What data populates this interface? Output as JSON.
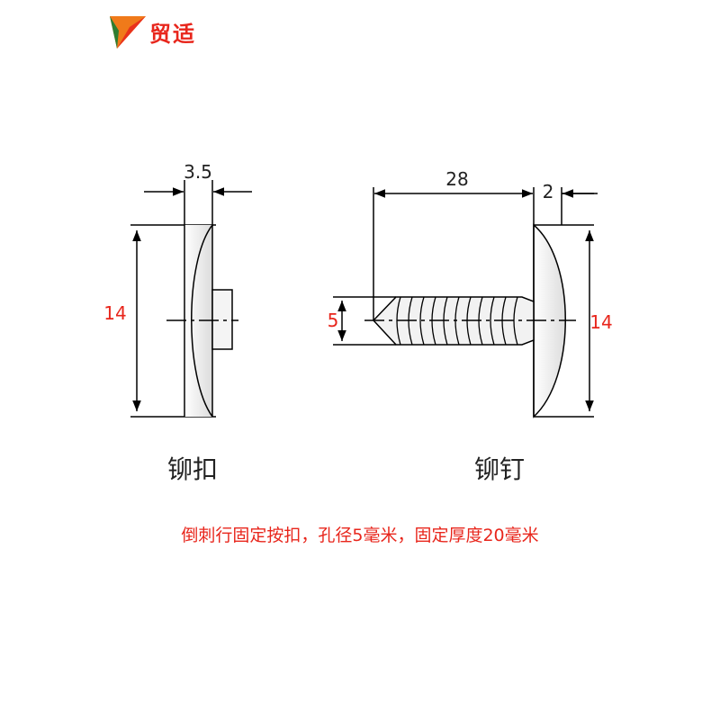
{
  "logo": {
    "brand_text": "贸适",
    "colors": {
      "orange": "#f07a1a",
      "green": "#2e7d32",
      "red": "#e8261c"
    }
  },
  "rivet_cap": {
    "title": "铆扣",
    "dim_thickness": "3.5",
    "dim_diameter": "14"
  },
  "rivet_nail": {
    "title": "铆钉",
    "dim_length": "28",
    "dim_head_thickness": "2",
    "dim_shank": "5",
    "dim_diameter": "14"
  },
  "caption": "倒刺行固定按扣，孔径5毫米，固定厚度20毫米",
  "colors": {
    "dimension_text": "#e8261c",
    "line": "#000000",
    "caption": "#e8261c"
  }
}
